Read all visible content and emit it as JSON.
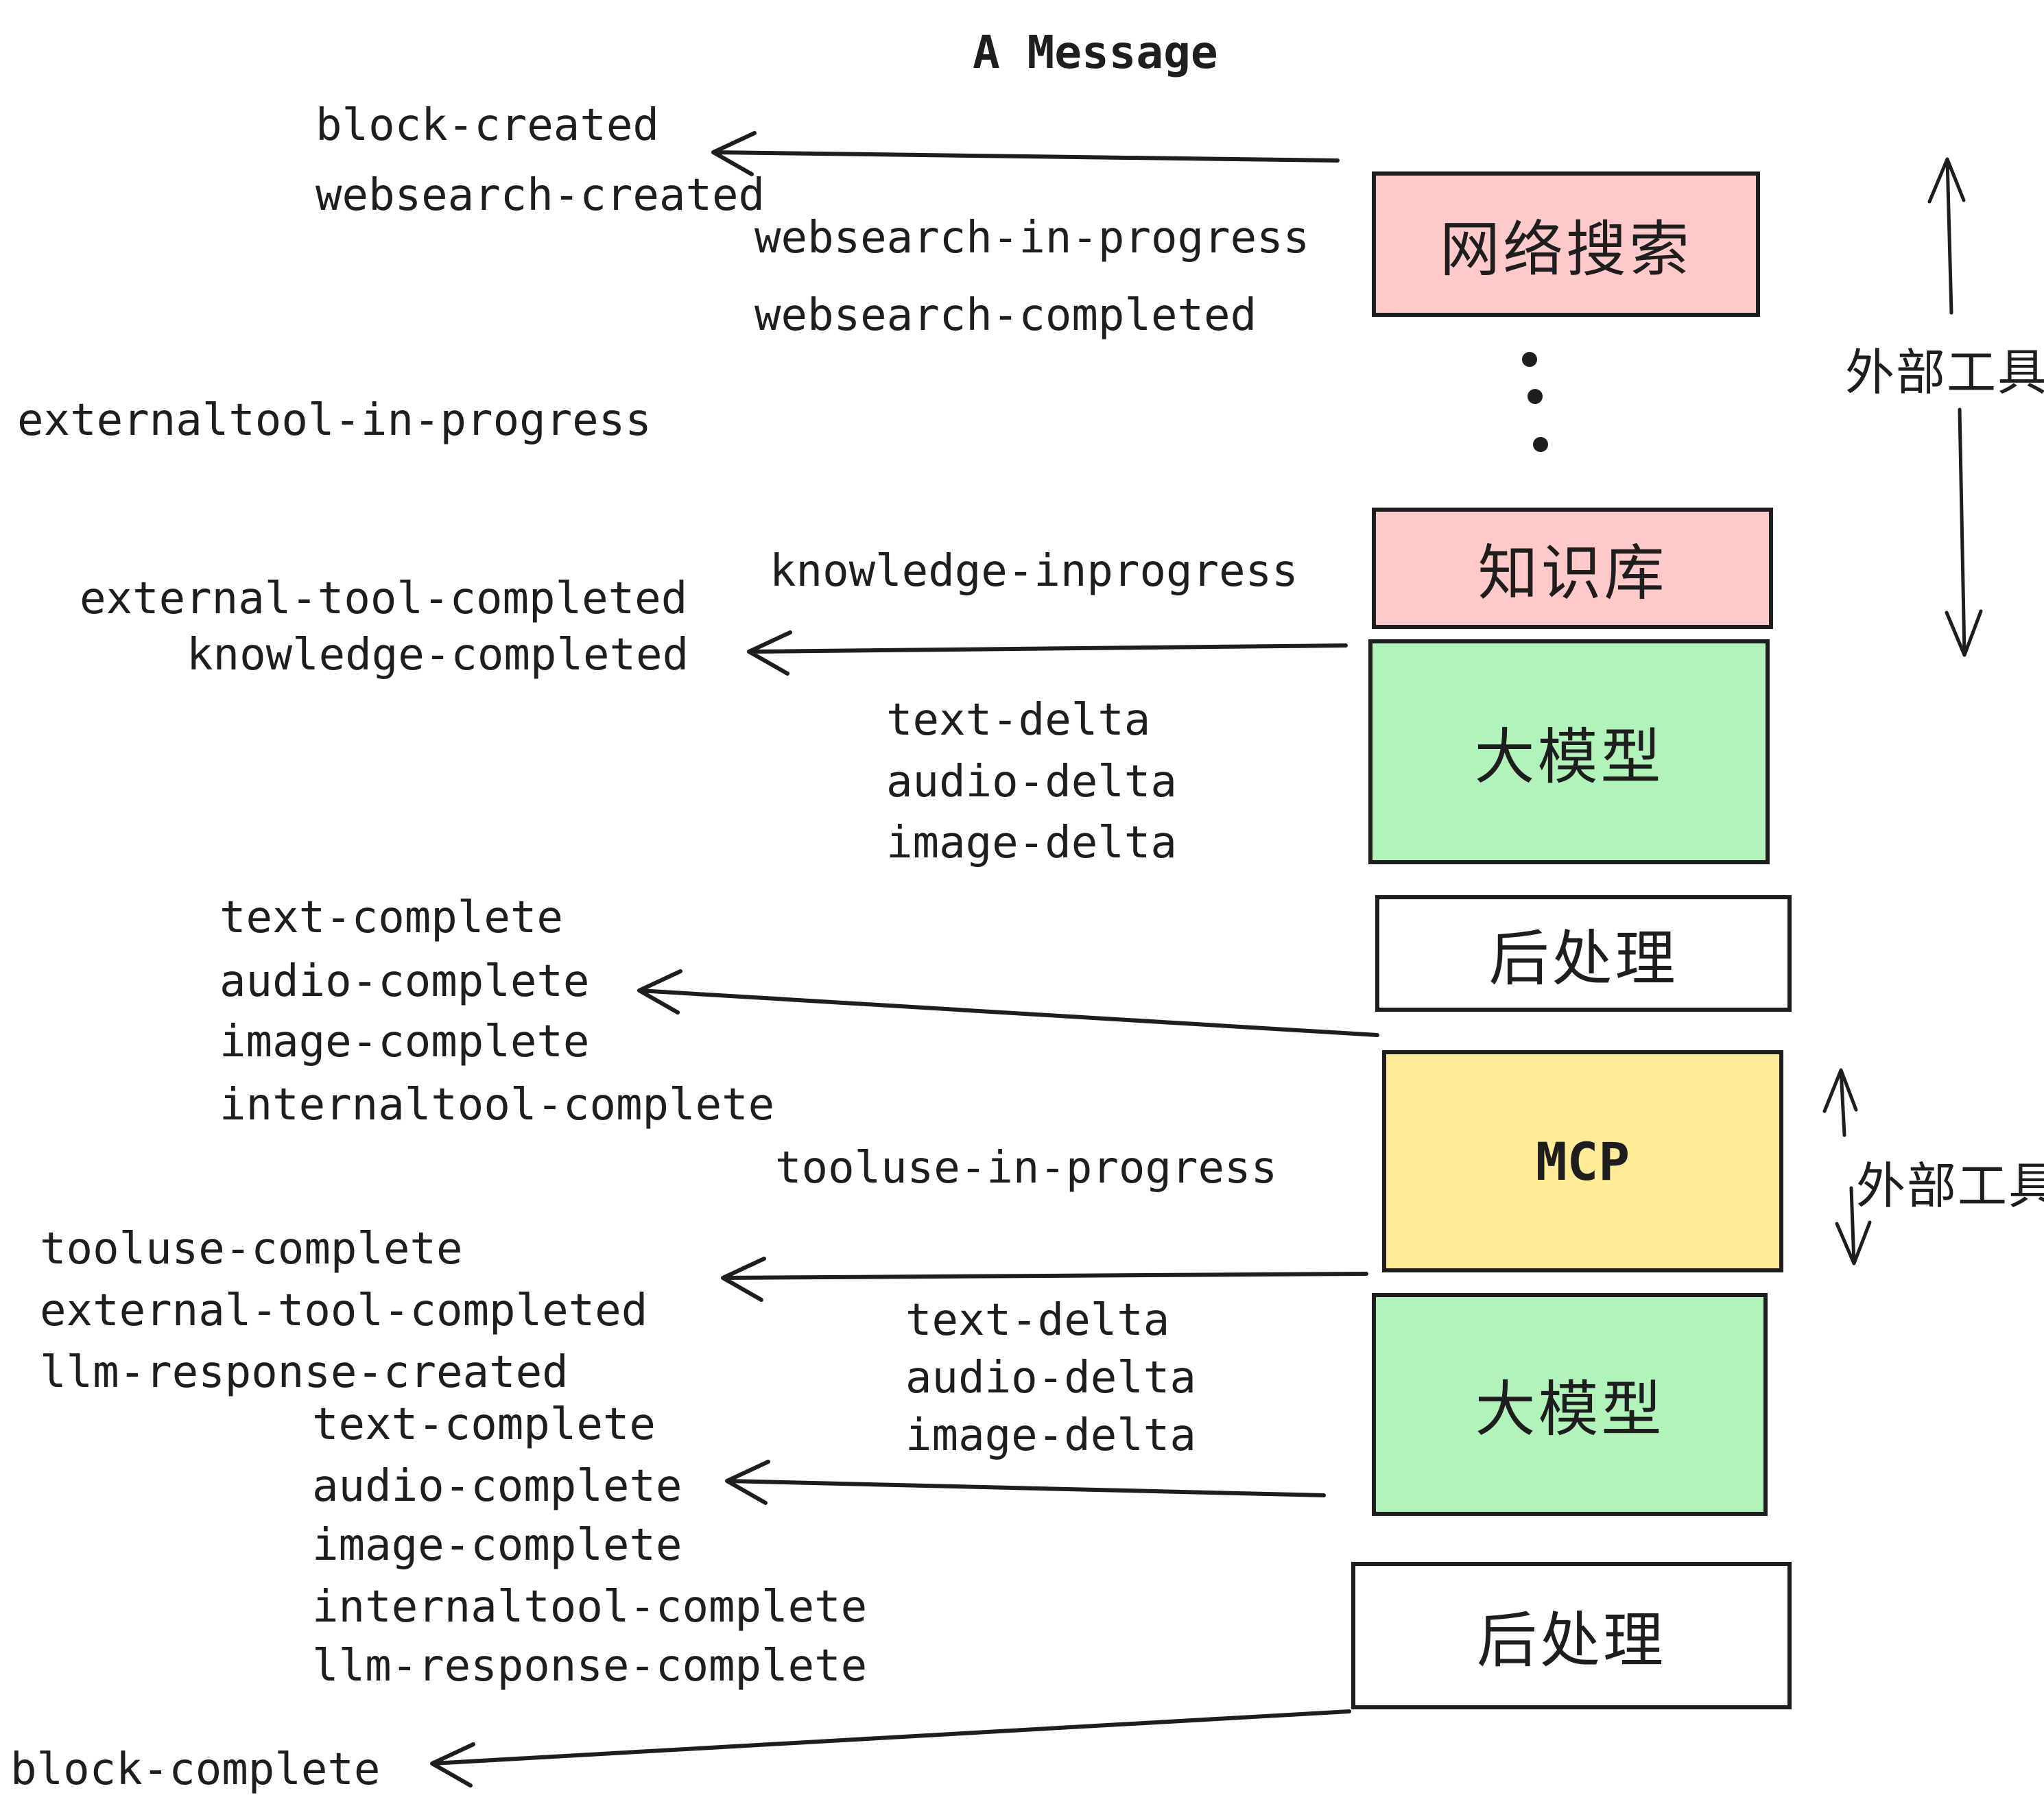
{
  "title": "A Message",
  "palette": {
    "pink": "#ffc9c9",
    "green": "#b2f2bb",
    "yellow": "#ffec99",
    "white": "#ffffff",
    "ink": "#1e1e1e"
  },
  "boxes": {
    "websearch": {
      "label": "网络搜索"
    },
    "knowledge": {
      "label": "知识库"
    },
    "llm_top": {
      "label": "大模型"
    },
    "post_top": {
      "label": "后处理"
    },
    "mcp": {
      "label": "MCP"
    },
    "llm_bottom": {
      "label": "大模型"
    },
    "post_bottom": {
      "label": "后处理"
    }
  },
  "side_labels": {
    "external_tools_top": "外部工具",
    "external_tools_bottom": "外部工具"
  },
  "events": {
    "block_created": "block-created",
    "websearch_created": "websearch-created",
    "websearch_in_progress": "websearch-in-progress",
    "websearch_completed": "websearch-completed",
    "externaltool_in_progress": "externaltool-in-progress",
    "knowledge_inprogress": "knowledge-inprogress",
    "external_tool_completed_top": "external-tool-completed",
    "knowledge_completed": "knowledge-completed",
    "text_delta_top": "text-delta",
    "audio_delta_top": "audio-delta",
    "image_delta_top": "image-delta",
    "text_complete_top": "text-complete",
    "audio_complete_top": "audio-complete",
    "image_complete_top": "image-complete",
    "internaltool_complete_top": "internaltool-complete",
    "tooluse_in_progress": "tooluse-in-progress",
    "tooluse_complete": "tooluse-complete",
    "external_tool_completed_bottom": "external-tool-completed",
    "llm_response_created": "llm-response-created",
    "text_delta_bottom": "text-delta",
    "audio_delta_bottom": "audio-delta",
    "image_delta_bottom": "image-delta",
    "text_complete_bottom": "text-complete",
    "audio_complete_bottom": "audio-complete",
    "image_complete_bottom": "image-complete",
    "internaltool_complete_bottom": "internaltool-complete",
    "llm_response_complete": "llm-response-complete",
    "block_complete": "block-complete"
  }
}
